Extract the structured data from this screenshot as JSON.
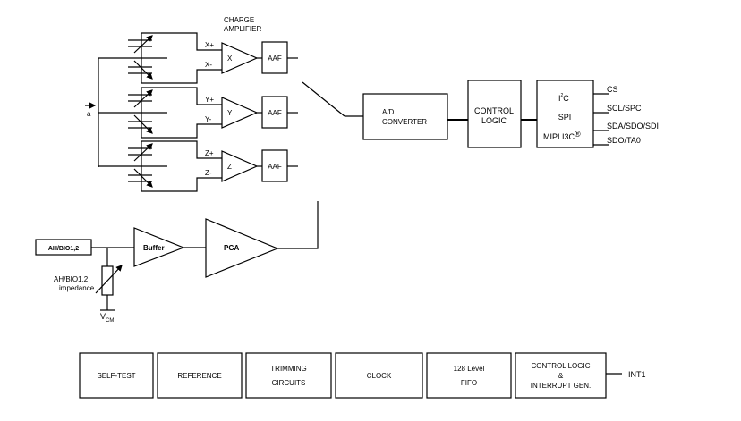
{
  "sensor": {
    "input_label": "a",
    "charge_amplifier_label": [
      "CHARGE",
      "AMPLIFIER"
    ],
    "channels": [
      {
        "plus": "X+",
        "minus": "X-",
        "amp": "X",
        "filter": "AAF"
      },
      {
        "plus": "Y+",
        "minus": "Y-",
        "amp": "Y",
        "filter": "AAF"
      },
      {
        "plus": "Z+",
        "minus": "Z-",
        "amp": "Z",
        "filter": "AAF"
      }
    ]
  },
  "chain": {
    "adc": [
      "A/D",
      "CONVERTER"
    ],
    "control_logic": [
      "CONTROL",
      "LOGIC"
    ],
    "interface": {
      "i2c_main": "I",
      "i2c_sup": "2",
      "i2c_end": "C",
      "spi": "SPI",
      "i3c": "MIPI I3C",
      "reg": "®"
    },
    "pins": [
      "CS",
      "SCL/SPC",
      "SDA/SDO/SDI",
      "SDO/TA0"
    ]
  },
  "analog_hub": {
    "input": "AH/BIO1,2",
    "impedance": [
      "AH/BIO1,2",
      "impedance"
    ],
    "vcm_main": "V",
    "vcm_sub": "CM",
    "buffer": "Buffer",
    "pga": "PGA"
  },
  "bottom_blocks": [
    {
      "lines": [
        "SELF-TEST"
      ]
    },
    {
      "lines": [
        "REFERENCE"
      ]
    },
    {
      "lines": [
        "TRIMMING",
        "CIRCUITS"
      ]
    },
    {
      "lines": [
        "CLOCK"
      ]
    },
    {
      "lines": [
        "128 Level",
        "FIFO"
      ]
    },
    {
      "lines": [
        "CONTROL LOGIC",
        "&",
        "INTERRUPT GEN."
      ]
    }
  ],
  "int_pin": "INT1"
}
